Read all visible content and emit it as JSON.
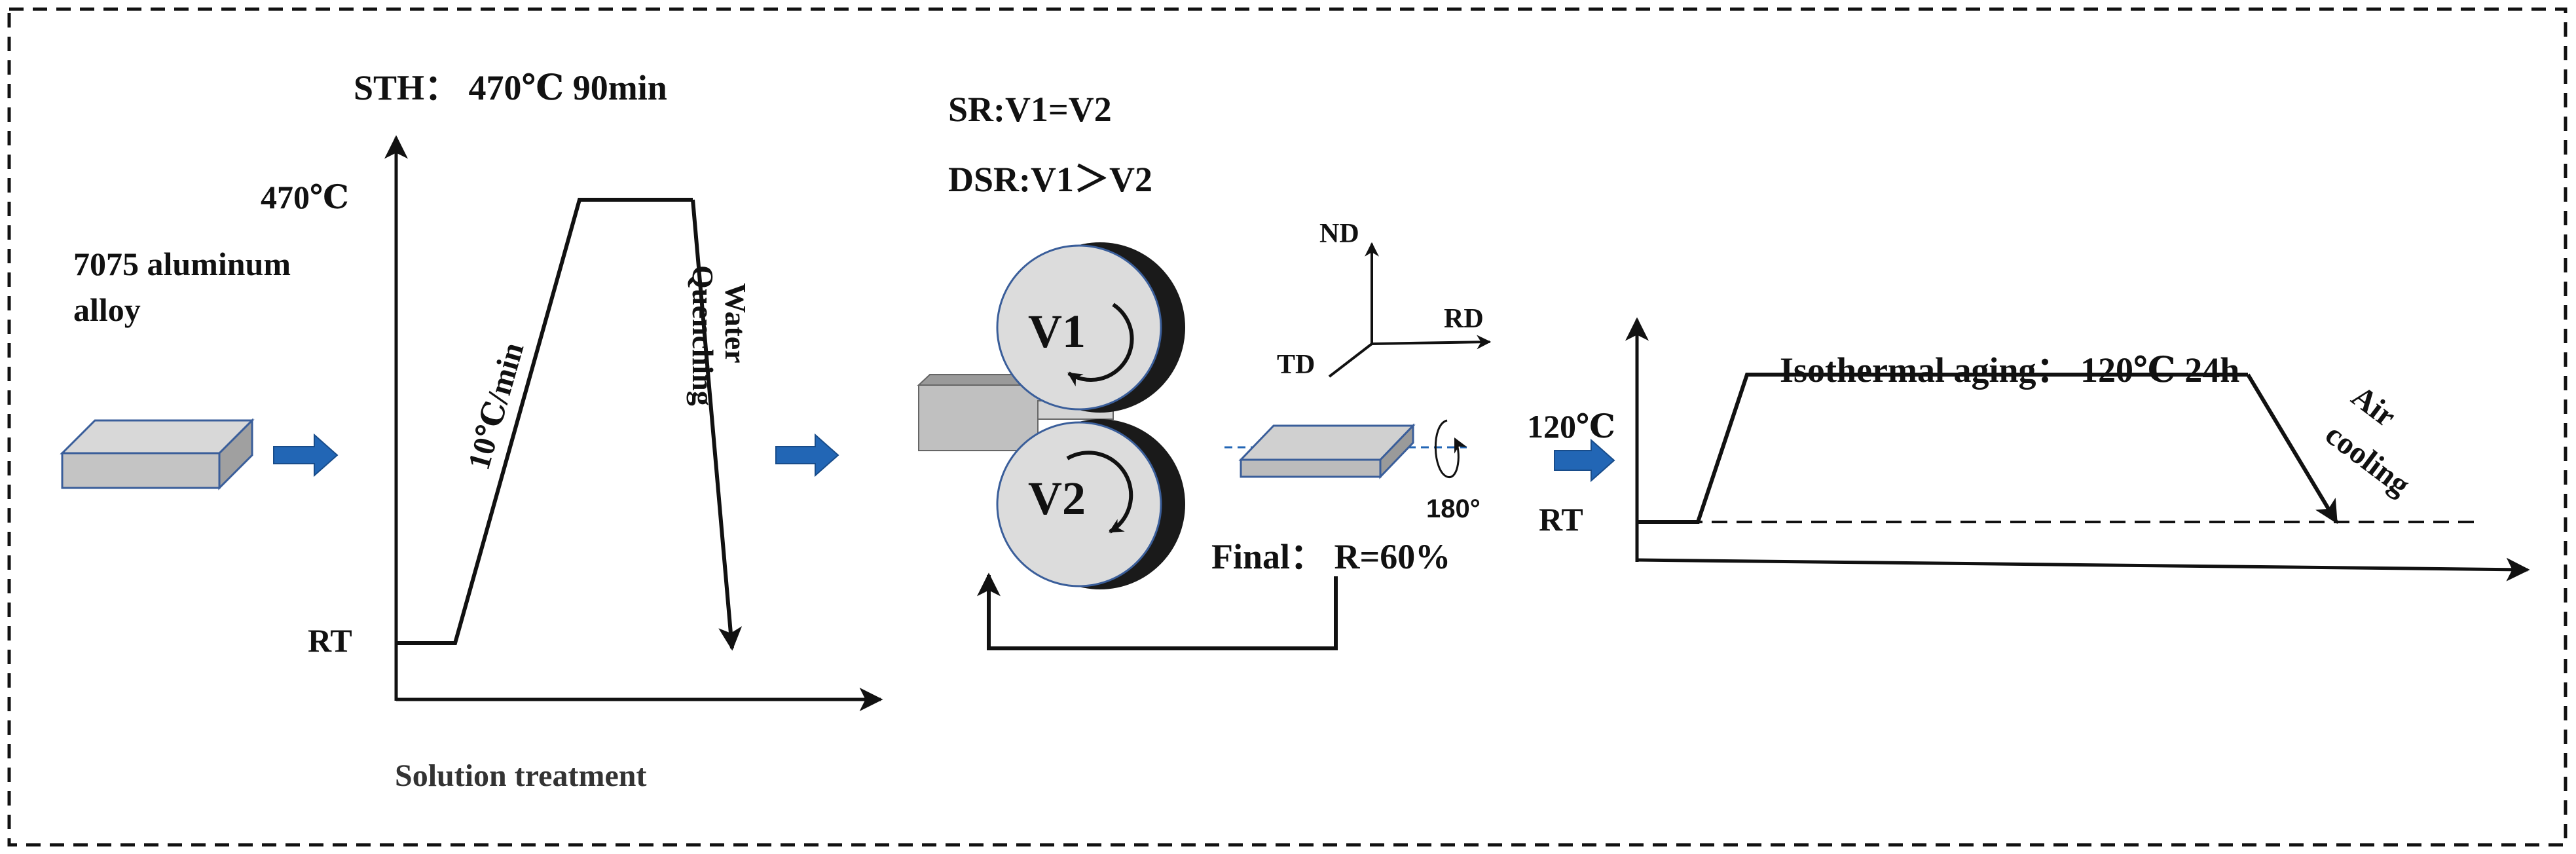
{
  "colors": {
    "arrow_blue": "#2266b5",
    "block_fill": "#c8c8c8",
    "block_side": "#9a9a9a",
    "roller_fill": "#dcdcdc",
    "roller_shadow": "#1a1a1a",
    "line": "#111111"
  },
  "material": {
    "line1": "7075 aluminum",
    "line2": "alloy"
  },
  "solution": {
    "title": "STH： 470℃ 90min",
    "temp_label": "470℃",
    "rt_label": "RT",
    "heating_label": "10℃/min",
    "quench_line1": "Water",
    "quench_line2": "Quenching",
    "caption": "Solution treatment"
  },
  "rolling": {
    "sr_label": "SR:V1=V2",
    "dsr_label": "DSR:V1＞V2",
    "top_roller": "V1",
    "bottom_roller": "V2",
    "axis_nd": "ND",
    "axis_rd": "RD",
    "axis_td": "TD",
    "rotation_label": "180°",
    "final_label": "Final： R=60%"
  },
  "aging": {
    "title": "Isothermal aging：  120℃ 24h",
    "temp_label": "120℃",
    "rt_label": "RT",
    "cool_line1": "Air",
    "cool_line2": "cooling"
  }
}
